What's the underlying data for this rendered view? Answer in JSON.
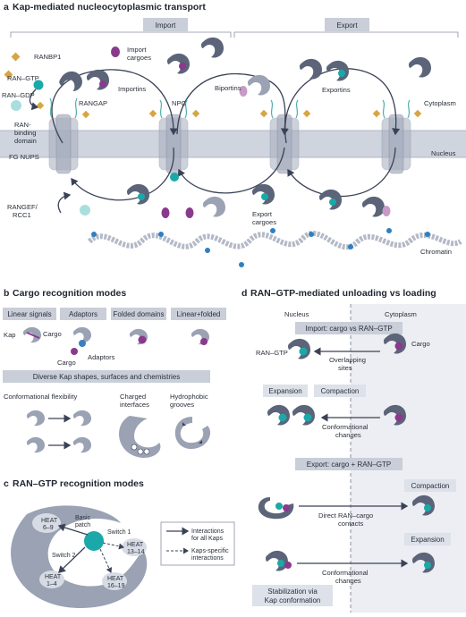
{
  "panel_a": {
    "letter": "a",
    "title": "Kap-mediated nucleocytoplasmic transport",
    "import_tab": "Import",
    "export_tab": "Export",
    "labels": {
      "ranbp1": "RANBP1",
      "ran_gtp": "RAN–GTP",
      "ran_gdp": "RAN–GDP",
      "rangap": "RANGAP",
      "ran_binding_1": "RAN-",
      "ran_binding_2": "binding",
      "ran_binding_3": "domain",
      "fg_nups": "FG NUPS",
      "import_cargoes_1": "Import",
      "import_cargoes_2": "cargoes",
      "importins": "Importins",
      "npc": "NPC",
      "biportins": "Biportins",
      "exportins": "Exportins",
      "cytoplasm": "Cytoplasm",
      "nucleus": "Nucleus",
      "export_cargoes_1": "Export",
      "export_cargoes_2": "cargoes",
      "rangef_1": "RANGEF/",
      "rangef_2": "RCC1",
      "chromatin": "Chromatin"
    }
  },
  "panel_b": {
    "letter": "b",
    "title": "Cargo recognition modes",
    "tabs": [
      "Linear signals",
      "Adaptors",
      "Folded domains",
      "Linear+folded"
    ],
    "labels": {
      "kap": "Kap",
      "cargo": "Cargo",
      "cargo2": "Cargo",
      "adaptors": "Adaptors"
    },
    "diverse_tab": "Diverse Kap shapes, surfaces and chemistries",
    "conformational": "Conformational flexibility",
    "charged_1": "Charged",
    "charged_2": "interfaces",
    "hydro_1": "Hydrophobic",
    "hydro_2": "grooves"
  },
  "panel_c": {
    "letter": "c",
    "title": "RAN–GTP recognition modes",
    "heat_labels": [
      [
        "HEAT",
        "6–9"
      ],
      [
        "HEAT",
        "13–14"
      ],
      [
        "HEAT",
        "16–19"
      ],
      [
        "HEAT",
        "1–4"
      ]
    ],
    "basic_1": "Basic",
    "basic_2": "patch",
    "switch1": "Switch 1",
    "switch2": "Switch 2",
    "legend_solid_1": "Interactions",
    "legend_solid_2": "for all Kaps",
    "legend_dash_1": "Kaps-specific",
    "legend_dash_2": "interactions"
  },
  "panel_d": {
    "letter": "d",
    "title": "RAN–GTP-mediated unloading vs loading",
    "nucleus": "Nucleus",
    "cytoplasm": "Cytoplasm",
    "import_tab": "Import: cargo vs RAN–GTP",
    "cargo": "Cargo",
    "ran_gtp": "RAN–GTP",
    "overlap_1": "Overlapping",
    "overlap_2": "sites",
    "expansion": "Expansion",
    "compaction": "Compaction",
    "conf_1": "Conformational",
    "conf_2": "changes",
    "export_tab": "Export: cargo + RAN–GTP",
    "compaction2": "Compaction",
    "direct_1": "Direct RAN–cargo",
    "direct_2": "contacts",
    "expansion2": "Expansion",
    "conf2_1": "Conformational",
    "conf2_2": "changes",
    "stab_1": "Stabilization via",
    "stab_2": "Kap conformation"
  }
}
